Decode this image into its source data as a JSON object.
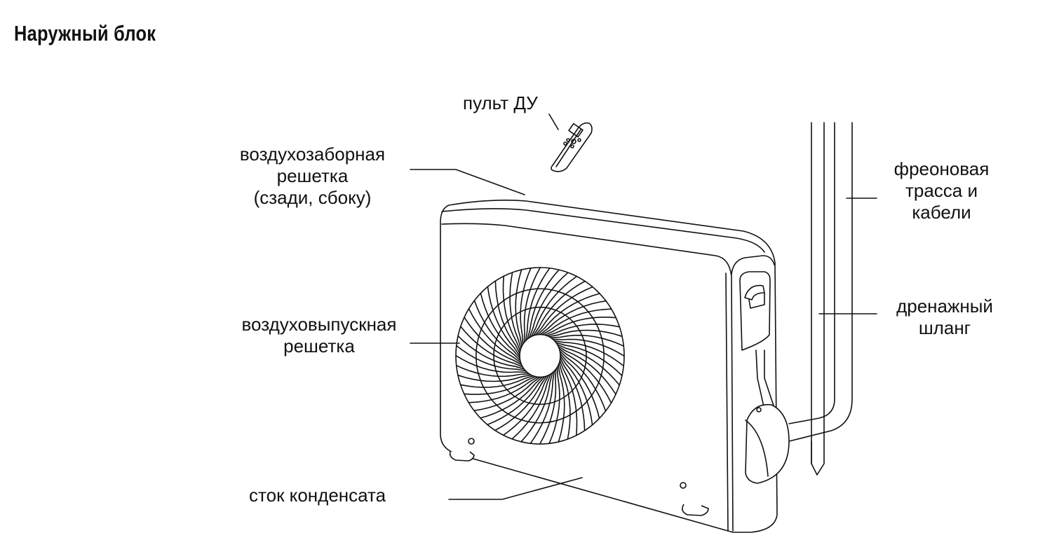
{
  "title": "Наружный блок",
  "labels": {
    "remote": "пульт ДУ",
    "intake": [
      "воздухозаборная",
      "решетка",
      "(сзади, сбоку)"
    ],
    "outlet": [
      "воздуховыпускная",
      "решетка"
    ],
    "condensate": "сток конденсата",
    "freon": [
      "фреоновая",
      "трасса и",
      "кабели"
    ],
    "drain": [
      "дренажный",
      "шланг"
    ]
  }
}
